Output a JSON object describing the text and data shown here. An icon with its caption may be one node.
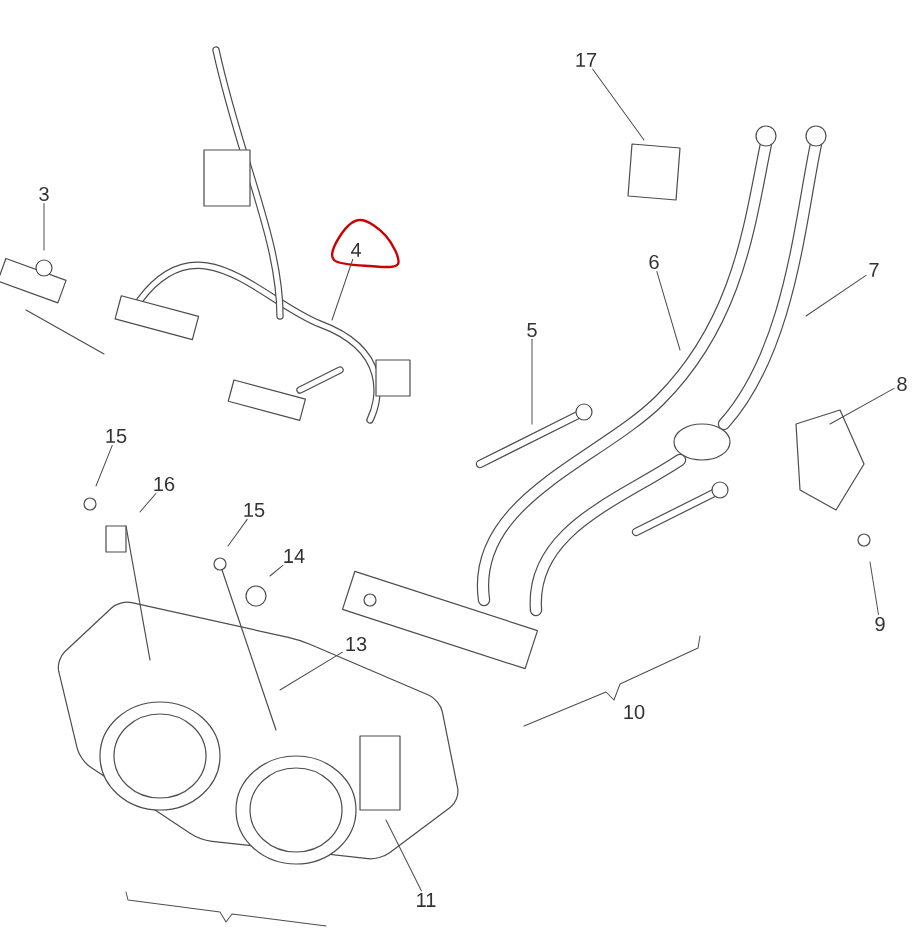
{
  "diagram": {
    "nodes": [
      {
        "text": [
          "17"
        ]
      },
      {
        "text": [
          "3"
        ]
      },
      {
        "text": [
          "4"
        ]
      },
      {
        "text": [
          "6"
        ]
      },
      {
        "text": [
          "7"
        ]
      },
      {
        "text": [
          "5"
        ]
      },
      {
        "text": [
          "8"
        ]
      },
      {
        "text": [
          "15"
        ]
      },
      {
        "text": [
          "16"
        ]
      },
      {
        "text": [
          "15"
        ]
      },
      {
        "text": [
          "14"
        ]
      },
      {
        "text": [
          "9"
        ]
      },
      {
        "text": [
          "13"
        ]
      },
      {
        "text": [
          "11"
        ]
      }
    ],
    "edges": [
      {
        "from": 0,
        "to": null,
        "arrow": "none"
      },
      {
        "from": 1,
        "to": null,
        "arrow": "none"
      },
      {
        "from": 2,
        "to": null,
        "arrow": "none"
      },
      {
        "from": 3,
        "to": null,
        "arrow": "none"
      },
      {
        "from": 4,
        "to": null,
        "arrow": "none"
      },
      {
        "from": 5,
        "to": null,
        "arrow": "none"
      },
      {
        "from": 6,
        "to": null,
        "arrow": "none"
      },
      {
        "from": 7,
        "to": null,
        "arrow": "none"
      },
      {
        "from": 8,
        "to": null,
        "arrow": "none"
      },
      {
        "from": 9,
        "to": null,
        "arrow": "none"
      },
      {
        "from": 10,
        "to": null,
        "arrow": "none"
      },
      {
        "from": 11,
        "to": null,
        "arrow": "none"
      },
      {
        "from": 12,
        "to": null,
        "arrow": "none"
      },
      {
        "from": 13,
        "to": null,
        "arrow": "none"
      }
    ],
    "labels": [
      "10"
    ]
  }
}
